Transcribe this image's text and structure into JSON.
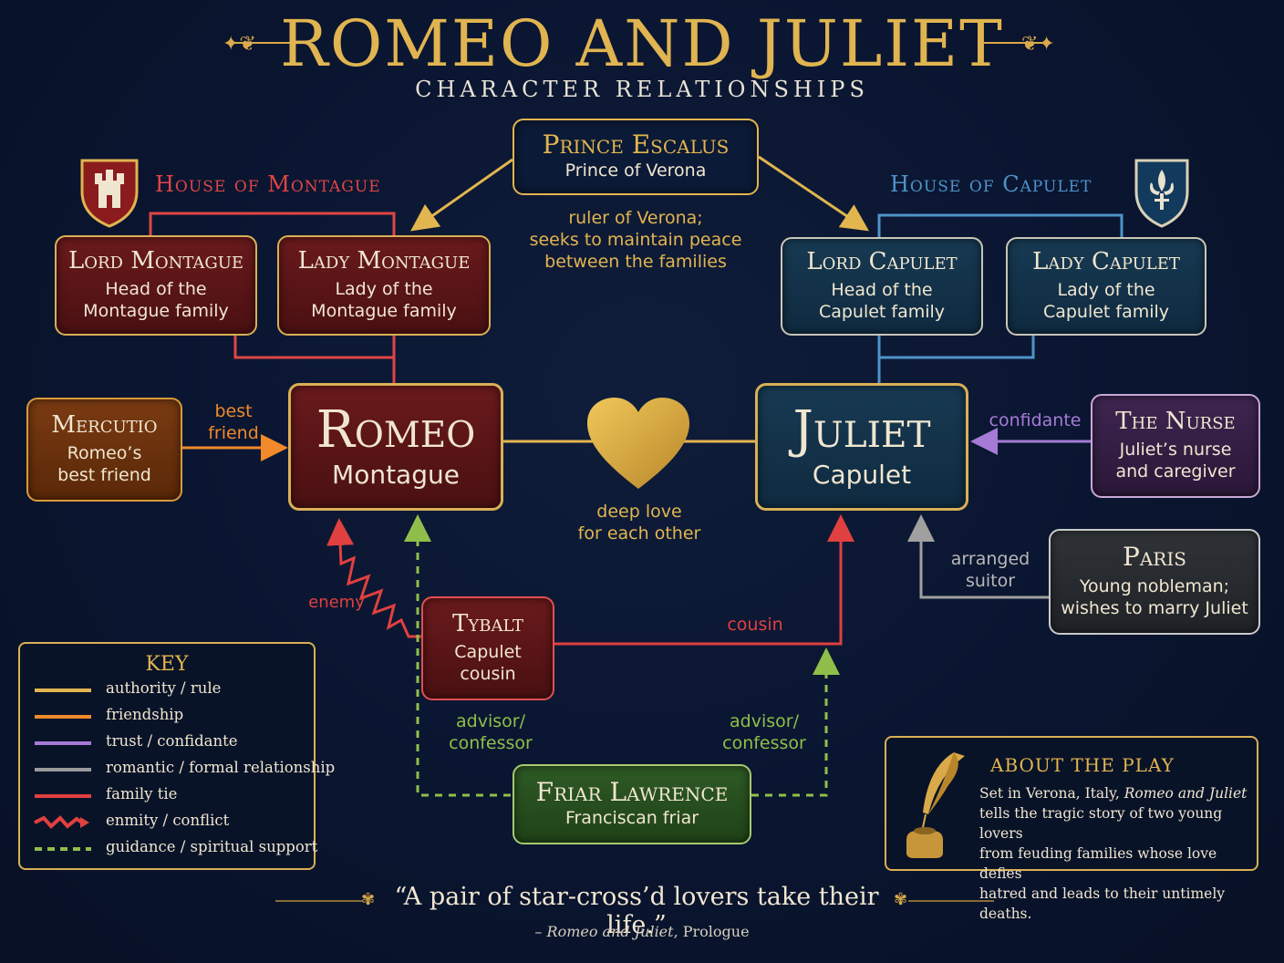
{
  "header": {
    "title": "ROMEO AND JULIET",
    "subtitle": "CHARACTER RELATIONSHIPS"
  },
  "houses": {
    "montague": "House of Montague",
    "capulet": "House of Capulet"
  },
  "characters": {
    "prince": {
      "name": "Prince Escalus",
      "desc": "Prince of Verona"
    },
    "lord_montague": {
      "name": "Lord Montague",
      "desc1": "Head of the",
      "desc2": "Montague family"
    },
    "lady_montague": {
      "name": "Lady Montague",
      "desc1": "Lady of the",
      "desc2": "Montague family"
    },
    "lord_capulet": {
      "name": "Lord Capulet",
      "desc1": "Head of the",
      "desc2": "Capulet family"
    },
    "lady_capulet": {
      "name": "Lady Capulet",
      "desc1": "Lady of the",
      "desc2": "Capulet family"
    },
    "romeo": {
      "name": "Romeo",
      "desc": "Montague"
    },
    "juliet": {
      "name": "Juliet",
      "desc": "Capulet"
    },
    "mercutio": {
      "name": "Mercutio",
      "desc1": "Romeo’s",
      "desc2": "best friend"
    },
    "nurse": {
      "name": "The Nurse",
      "desc1": "Juliet’s nurse",
      "desc2": "and caregiver"
    },
    "paris": {
      "name": "Paris",
      "desc1": "Young nobleman;",
      "desc2": "wishes to marry Juliet"
    },
    "tybalt": {
      "name": "Tybalt",
      "desc1": "Capulet",
      "desc2": "cousin"
    },
    "friar": {
      "name": "Friar Lawrence",
      "desc": "Franciscan friar"
    }
  },
  "labels": {
    "prince_note1": "ruler of Verona;",
    "prince_note2": "seeks to maintain peace",
    "prince_note3": "between the families",
    "best_friend1": "best",
    "best_friend2": "friend",
    "love1": "deep love",
    "love2": "for each other",
    "confidante": "confidante",
    "suitor1": "arranged",
    "suitor2": "suitor",
    "enemy": "enemy",
    "cousin": "cousin",
    "advisor_left1": "advisor/",
    "advisor_left2": "confessor",
    "advisor_right1": "advisor/",
    "advisor_right2": "confessor"
  },
  "key": {
    "title": "KEY",
    "items": [
      {
        "label": "authority / rule",
        "color": "#e2b54f",
        "style": "solid"
      },
      {
        "label": "friendship",
        "color": "#f08a2a",
        "style": "solid"
      },
      {
        "label": "trust / confidante",
        "color": "#a57bd6",
        "style": "solid"
      },
      {
        "label": "romantic / formal relationship",
        "color": "#9a9a9a",
        "style": "solid"
      },
      {
        "label": "family tie",
        "color": "#e04040",
        "style": "solid"
      },
      {
        "label": "enmity / conflict",
        "color": "#e04040",
        "style": "zigzag"
      },
      {
        "label": "guidance / spiritual support",
        "color": "#8fbf4a",
        "style": "dashed"
      }
    ]
  },
  "about": {
    "title": "ABOUT THE PLAY",
    "line1a": "Set in Verona, Italy, ",
    "line1b": "Romeo and Juliet",
    "line2": "tells the tragic story of two young lovers",
    "line3": "from feuding families whose love defies",
    "line4": "hatred and leads to their untimely deaths."
  },
  "quote": {
    "text": "“A pair of star-cross’d lovers take their life.”",
    "attr_dash": "– ",
    "attr_work": "Romeo and Juliet",
    "attr_rest": ", Prologue"
  },
  "colors": {
    "gold": "#e2b54f",
    "montague_red": "#e04545",
    "capulet_blue": "#4f93c9",
    "friendship": "#f08a2a",
    "trust": "#a57bd6",
    "formal": "#9a9a9a",
    "guidance": "#8fbf4a"
  },
  "icons": [
    "castle-shield-icon",
    "fleur-de-lis-shield-icon",
    "heart-icon",
    "quill-inkwell-icon",
    "flourish-ornament-icon"
  ]
}
